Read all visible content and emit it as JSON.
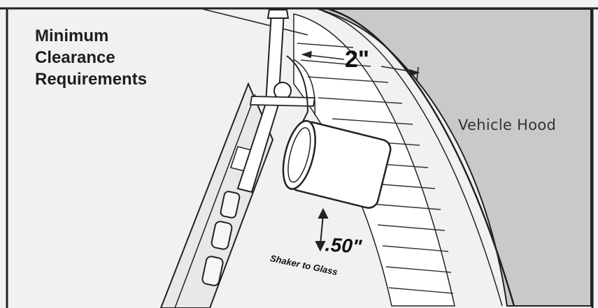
{
  "diagram": {
    "title_lines": [
      "Minimum",
      "Clearance",
      "Requirements"
    ],
    "hood_label": "Vehicle Hood",
    "hood_gap_label": "2\"",
    "shaker_gap_value": ".50\"",
    "shaker_gap_caption": "Shaker to Glass"
  },
  "colors": {
    "background": "#f1f1f1",
    "hood": "#c9c9c9",
    "line": "#222222",
    "white": "#ffffff"
  },
  "icons": {
    "gap-arrow": "double-headed-arrow"
  }
}
